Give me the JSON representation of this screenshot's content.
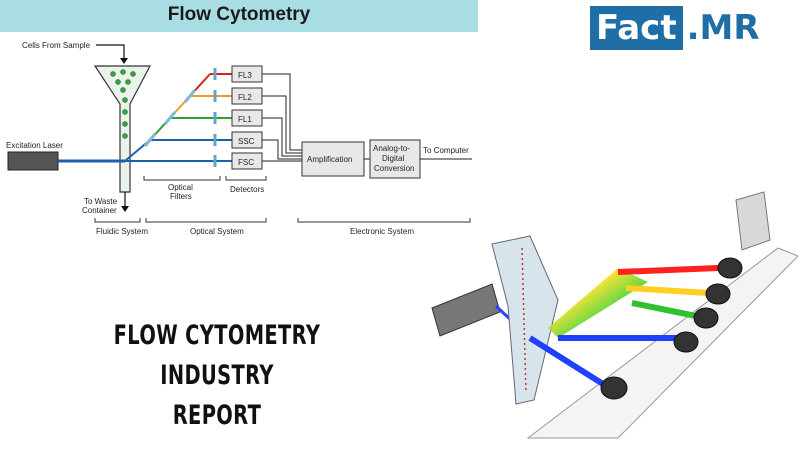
{
  "header": {
    "title": "Flow Cytometry"
  },
  "logo": {
    "box_text": "Fact",
    "rest_text": ".MR",
    "brand_color": "#1f6fa6"
  },
  "diagram": {
    "cells_label": "Cells From Sample",
    "laser_label": "Excitation Laser",
    "waste_label_1": "To Waste",
    "waste_label_2": "Container",
    "detectors": [
      "FL3",
      "FL2",
      "FL1",
      "SSC",
      "FSC"
    ],
    "optical_filters_label_1": "Optical",
    "optical_filters_label_2": "Filters",
    "detectors_label": "Detectors",
    "amplification_label": "Amplification",
    "adc_label_1": "Analog-to-",
    "adc_label_2": "Digital",
    "adc_label_3": "Conversion",
    "computer_label": "To Computer",
    "sections": [
      "Fluidic System",
      "Optical System",
      "Electronic System"
    ]
  },
  "report": {
    "line1": "FLOW CYTOMETRY INDUSTRY",
    "line2": "REPORT"
  },
  "colors": {
    "title_bar": "#a9dde4",
    "laser": "#1f5fb0",
    "fl3": "#d62020",
    "fl2": "#e8a020",
    "fl1": "#30a030"
  }
}
